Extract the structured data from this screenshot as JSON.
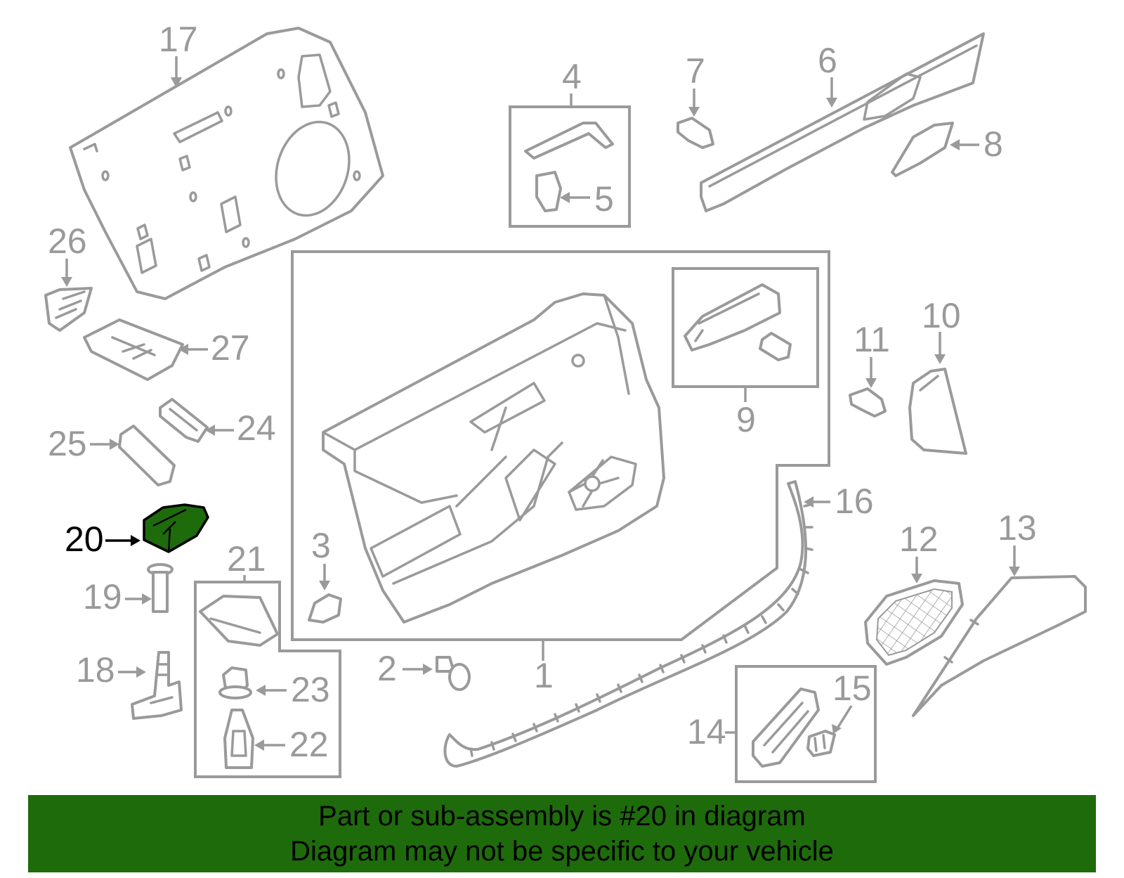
{
  "highlight": {
    "part_number": "20",
    "fill_color": "#1e6b0c",
    "banner_color": "#1e6b0c"
  },
  "labels": {
    "p1": "1",
    "p2": "2",
    "p3": "3",
    "p4": "4",
    "p5": "5",
    "p6": "6",
    "p7": "7",
    "p8": "8",
    "p9": "9",
    "p10": "10",
    "p11": "11",
    "p12": "12",
    "p13": "13",
    "p14": "14",
    "p15": "15",
    "p16": "16",
    "p17": "17",
    "p18": "18",
    "p19": "19",
    "p20": "20",
    "p21": "21",
    "p22": "22",
    "p23": "23",
    "p24": "24",
    "p25": "25",
    "p26": "26",
    "p27": "27"
  },
  "banner": {
    "line1": "Part or sub-assembly is #20 in diagram",
    "line2": "Diagram may not be specific to your vehicle"
  }
}
